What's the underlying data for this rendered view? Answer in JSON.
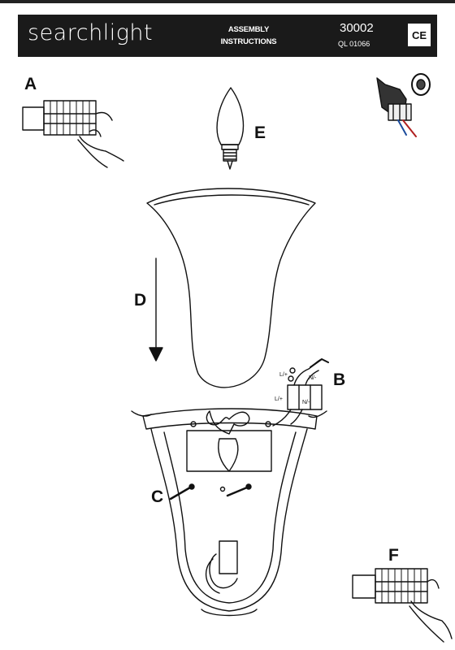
{
  "header": {
    "brand": "searchlight",
    "instructions_line1": "ASSEMBLY",
    "instructions_line2": "INSTRUCTIONS",
    "product_code": "30002",
    "ql_code": "QL 01066",
    "ce_mark": "CE"
  },
  "steps": {
    "a": "A",
    "b": "B",
    "c": "C",
    "d": "D",
    "e": "E",
    "f": "F"
  },
  "wiring": {
    "live_top": "L/+",
    "neutral_top": "N/-",
    "live_bottom": "L/+",
    "neutral_bottom": "N/-"
  }
}
